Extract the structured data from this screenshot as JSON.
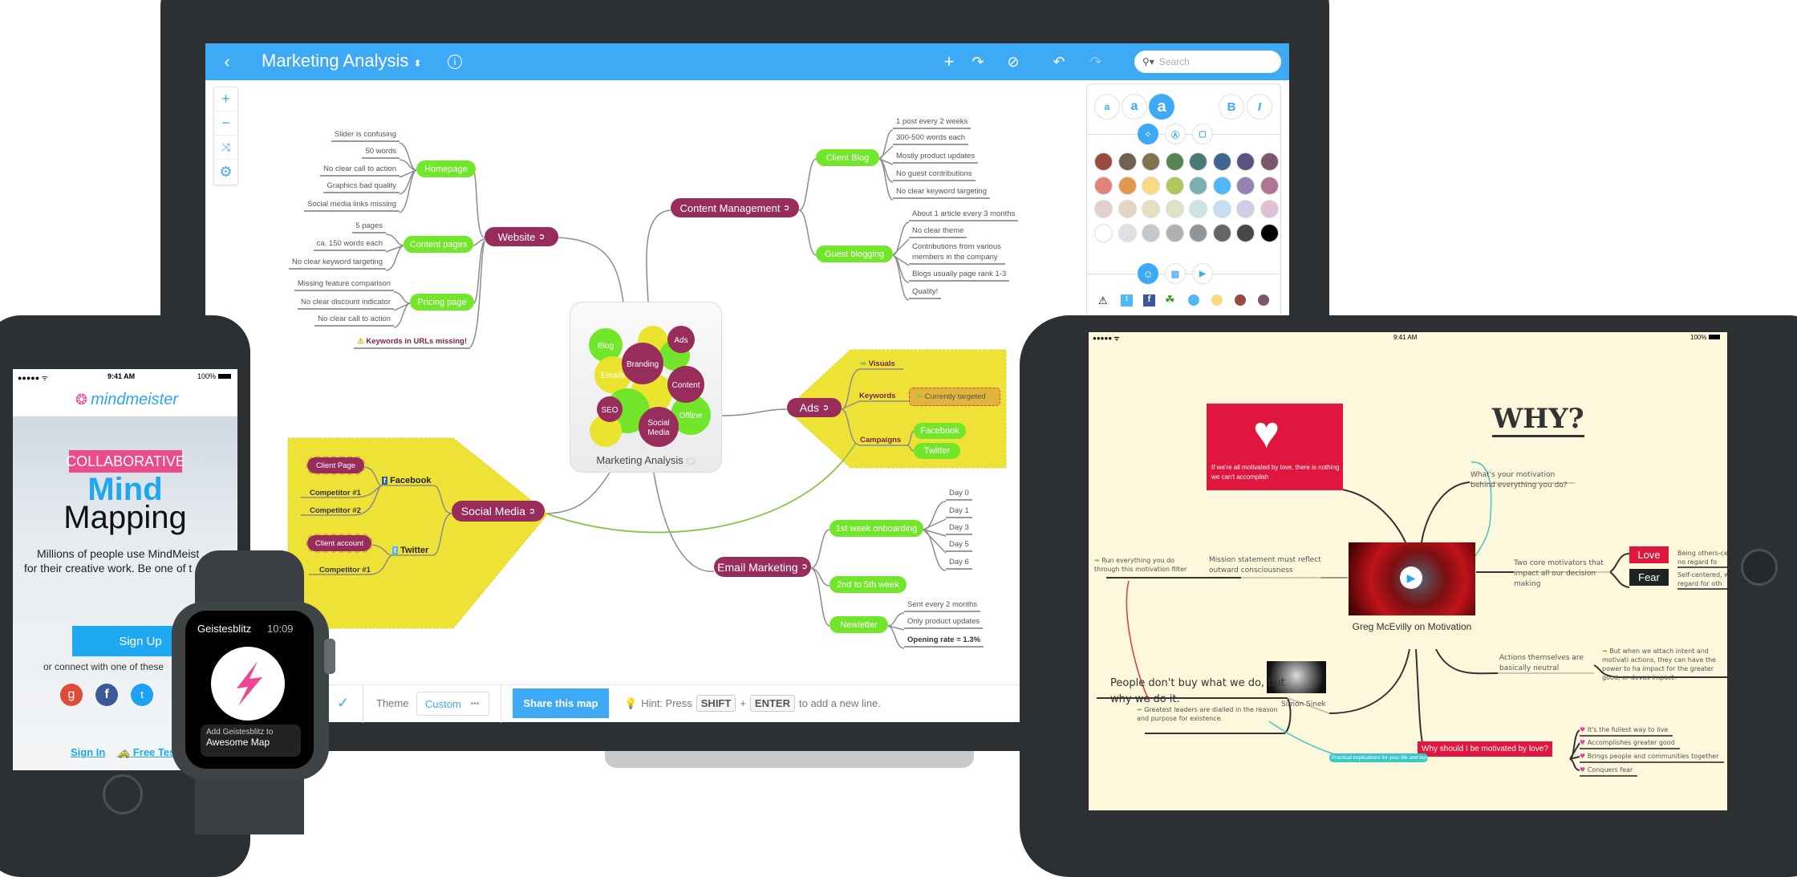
{
  "laptop": {
    "toolbar": {
      "title": "Marketing Analysis",
      "search_placeholder": "Search"
    },
    "map": {
      "root": "Marketing Analysis",
      "bubbles": [
        "Blog",
        "Ads",
        "Branding",
        "Emails",
        "Content",
        "SEO",
        "Offline",
        "Social Media"
      ],
      "website": {
        "label": "Website",
        "homepage": {
          "label": "Homepage",
          "leaves": [
            "Slider is confusing",
            "50 words",
            "No clear call to action",
            "Graphics bad quality",
            "Social media links missing"
          ]
        },
        "content_pages": {
          "label": "Content pages",
          "leaves": [
            "5 pages",
            "ca. 150 words each",
            "No clear keyword targeting"
          ]
        },
        "pricing_page": {
          "label": "Pricing page",
          "leaves": [
            "Missing feature comparison",
            "No clear discount indicator",
            "No clear call to action"
          ]
        },
        "warning": "Keywords in URLs missing!"
      },
      "content_management": {
        "label": "Content Management",
        "client_blog": {
          "label": "Client Blog",
          "leaves": [
            "1 post every 2 weeks",
            "300-500 words each",
            "Mostly product updates",
            "No guest contributions",
            "No clear keyword targeting"
          ]
        },
        "guest_blogging": {
          "label": "Guest blogging",
          "leaves": [
            "About 1 article every 3 months",
            "No clear theme",
            "Contributions from various members in the company",
            "Blogs usually page rank 1-3",
            "Quality!"
          ]
        }
      },
      "ads": {
        "label": "Ads",
        "visuals": "Visuals",
        "keywords": "Keywords",
        "currently_targeted": "Currently targeted",
        "campaigns": "Campaigns",
        "facebook": "Facebook",
        "twitter": "Twitter"
      },
      "social_media": {
        "label": "Social Media",
        "client_page": "Client Page",
        "facebook": "Facebook",
        "competitor1": "Competitor #1",
        "competitor2": "Competitor #2",
        "client_account": "Client account",
        "twitter": "Twitter",
        "competitor1b": "Competitor #1"
      },
      "email_marketing": {
        "label": "Email Marketing",
        "onboarding": {
          "label": "1st week onboarding",
          "leaves": [
            "Day 0",
            "Day 1",
            "Day 3",
            "Day 5",
            "Day 6"
          ]
        },
        "weeks": "2nd to 5th week",
        "newsletter": {
          "label": "Newletter",
          "leaves": [
            "Sent every 2 months",
            "Only product updates",
            "Opening rate = 1.3%"
          ]
        }
      }
    },
    "format_panel": {
      "sizes": [
        "a",
        "a",
        "a"
      ],
      "bold": "B",
      "italic": "I",
      "colors": [
        "#9b4a40",
        "#6f6050",
        "#7f7450",
        "#558652",
        "#4a7a78",
        "#3f6690",
        "#5b5282",
        "#7c566b",
        "#de8578",
        "#e0984f",
        "#fbd983",
        "#b2c65e",
        "#79b0ae",
        "#4fb8f9",
        "#9384b3",
        "#ae7590",
        "#e2cfd0",
        "#e4d5c4",
        "#e5dfc4",
        "#dfe2c8",
        "#cbe4e3",
        "#c6def0",
        "#d3cce6",
        "#e0c0d2",
        "#ffffff",
        "#dde1e5",
        "#c5c8cb",
        "#aeb0b2",
        "#929597",
        "#636768",
        "#45494c",
        "#000000"
      ],
      "icon_row": [
        "warning-icon",
        "twitter-icon",
        "facebook-icon",
        "clover-icon",
        "#4fb8f9",
        "#fbd983",
        "#9b4a40",
        "#7c566b"
      ]
    },
    "bottom_bar": {
      "theme_label": "Theme",
      "theme_value": "Custom",
      "share": "Share this map",
      "hint_prefix": "Hint: Press",
      "key1": "SHIFT",
      "plus": "+",
      "key2": "ENTER",
      "hint_suffix": "to add a new line."
    }
  },
  "phone": {
    "time": "9:41 AM",
    "battery": "100%",
    "logo": "mindmeister",
    "badge": "COLLABORATIVE",
    "headline1": "Mind",
    "headline2": "Mapping",
    "body_line1": "Millions of people use MindMeist",
    "body_line2": "for their creative work. Be one of t",
    "signup": "Sign Up",
    "connect": "or connect with one of these",
    "signin": "Sign In",
    "free_test": "Free Tes"
  },
  "watch": {
    "app": "Geistesblitz",
    "time": "10:09",
    "action_line1": "Add Geistesblitz to",
    "action_line2": "Awesome Map"
  },
  "tablet": {
    "time": "9:41 AM",
    "battery": "100%",
    "heart_caption": "If we're all motivated by love, there is nothing we can't accomplish",
    "why": "WHY?",
    "motivation_question": "What's your motivation behind everything you do?",
    "video_caption": "Greg McEvilly on Motivation",
    "two_core": "Two core motivators that impact all our decision making",
    "love": "Love",
    "fear": "Fear",
    "love_note": "Being others-ce to no regard fo",
    "fear_note": "Self-centered, w regard for oth",
    "mission": "Mission statement must reflect outward consciousness",
    "run_everything": "Run everything you do through this motivation filter",
    "actions_neutral": "Actions themselves are basically neutral",
    "but_when": "But when we attach intent and motivati actions, they can have the power to ha impact for the greater good, or devas impact.",
    "simon": "Simon Sinek",
    "quote": "People don't buy what we do, but why we do it.",
    "leaders": "Greatest leaders are dialled in the reason and purpose for existence.",
    "why_love": "Why should I be motivated by love?",
    "practical": "Practical implications for your life and business",
    "reasons": [
      "It's the fullest way to live",
      "Accomplishes greater good",
      "Brings people and communities together",
      "Conquers fear"
    ]
  }
}
